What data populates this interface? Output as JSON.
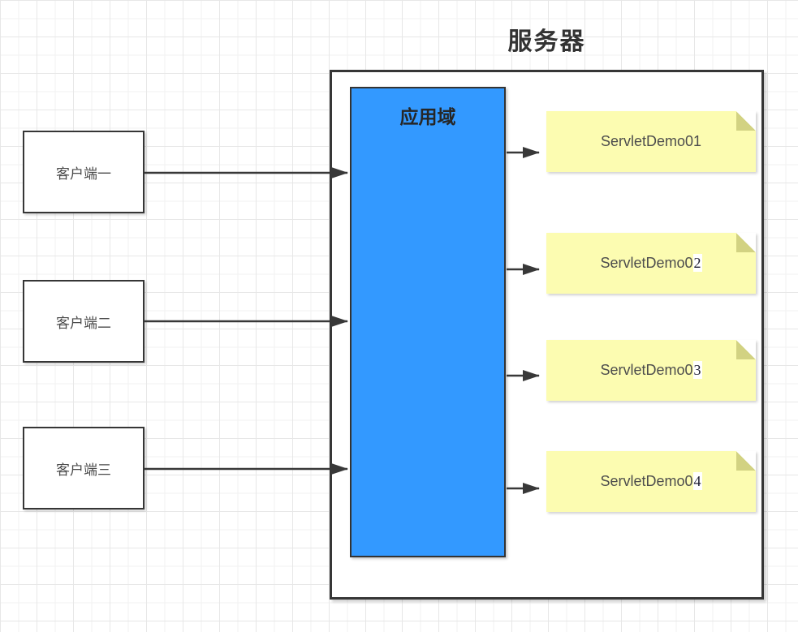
{
  "diagram": {
    "title": "服务器",
    "app_domain": {
      "label": "应用域"
    },
    "clients": [
      {
        "label": "客户端一"
      },
      {
        "label": "客户端二"
      },
      {
        "label": "客户端三"
      }
    ],
    "servlets": [
      {
        "label_main": "ServletDemo01",
        "label_suffix": ""
      },
      {
        "label_main": "ServletDemo0",
        "label_suffix": "2"
      },
      {
        "label_main": "ServletDemo0",
        "label_suffix": "3"
      },
      {
        "label_main": "ServletDemo0",
        "label_suffix": "4"
      }
    ],
    "colors": {
      "app_domain_fill": "#3399FF",
      "note_fill": "#FCFCB1",
      "note_fold": "#D2D282",
      "box_border": "#363636",
      "arrow": "#383838",
      "label_text": "#4a4a4a",
      "title_text": "#333333"
    }
  }
}
